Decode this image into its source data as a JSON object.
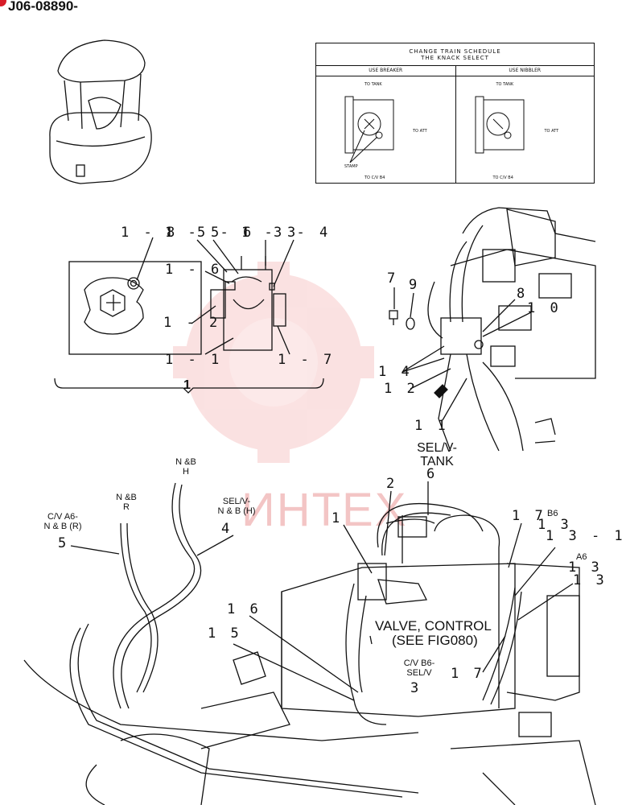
{
  "header": {
    "part_number": "J06-08890-"
  },
  "schedule_table": {
    "title_line1": "CHANGE TRAIN SCHEDULE",
    "title_line2": "THE KNACK SELECT",
    "left": {
      "heading": "USE BREAKER",
      "to_tank": "TO TANK",
      "to_att": "TO ATT",
      "stamp": "STAMP",
      "to_cv": "TO C/V B4"
    },
    "right": {
      "heading": "USE NIBBLER",
      "to_tank": "TO TANK",
      "to_att": "TO ATT",
      "to_cv": "TO C/V B4"
    }
  },
  "detail_labels": {
    "l1_8": "1 - 8",
    "l1_5": "1 - 5",
    "l5_6": "5 - 6",
    "l1_3": "1 - 3",
    "l3_4": "3 - 4",
    "l1_6": "1 - 6",
    "l1_2": "1 - 2",
    "l1_1": "1 - 1",
    "l1_7": "1 - 7",
    "assembly": "1"
  },
  "part_labels": {
    "p7": "7",
    "p9": "9",
    "p8": "8",
    "p10": "1 0",
    "p14": "1 4",
    "p12": "1 2",
    "p11": "1 1",
    "p6": "6",
    "p2": "2",
    "p1": "1",
    "p4": "4",
    "p5": "5",
    "p16": "1 6",
    "p15": "1 5",
    "p3": "3",
    "p17a": "1 7",
    "p13a": "1 3",
    "p13_1": "1 3 - 1",
    "p13b": "1 3",
    "p13c": "1 3",
    "p17b": "1 7"
  },
  "callouts": {
    "sel_tank": "SEL/V-\nTANK",
    "nb_h": "N &B\nH",
    "nb_r": "N &B\nR",
    "sel_nbh": "SEL/V-\nN & B (H)",
    "cv_a6": "C/V A6-\nN & B (R)",
    "b6": "B6",
    "a6": "A6",
    "cv_b6": "C/V B6-\nSEL/V",
    "valve_control": "VALVE, CONTROL",
    "see_fig": "(SEE FIG080)"
  },
  "watermark": {
    "text": "ИНТЕХ",
    "color": "#e02020"
  }
}
